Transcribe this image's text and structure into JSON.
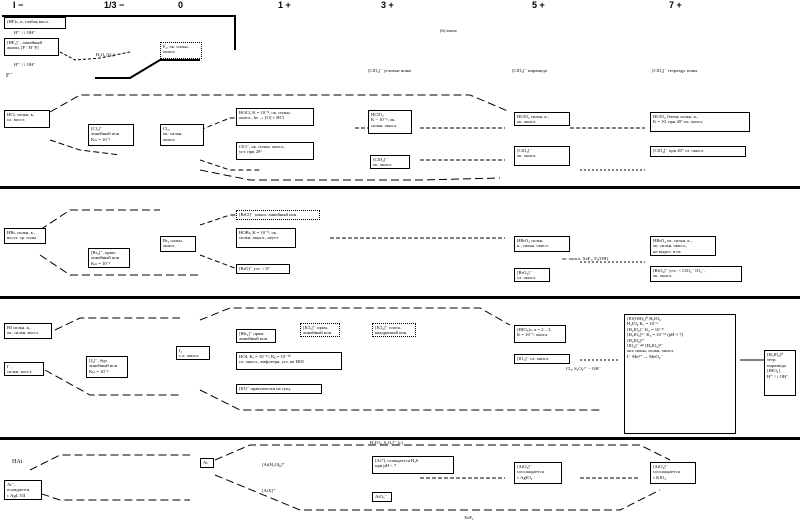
{
  "header": {
    "ox": [
      "I −",
      "1/3 −",
      "0",
      "1 +",
      "3 +",
      "5 +",
      "7 +"
    ]
  },
  "notes": {
    "top_right": "(b) юшы",
    "fluorine_arrow": "H₂O, (O₂)"
  },
  "fluorine": {
    "hf": "(HF)ₙ, к, слабая кисл.",
    "hf2": "[HF₂]⁻, линейный\nанион, [F⁻ H⁻F]",
    "f2": "F₂, ок. сильн.\nокисл.",
    "eq1": "H⁺ ↑↓ OH⁻",
    "eq2": "H⁺ ↑↓ OH⁻",
    "f_ion": "F⁻"
  },
  "chlorine": {
    "hcl": "HCl, сильн. к,\nсл. восст.",
    "cl3": "[Cl₃]⁻\nлинейный ион\nKₘ = 10⁻¹",
    "cl2": "Cl₂,\nок. сильн.\nокисл.",
    "hocl": "HOCl, K = 10⁻⁸, ок. сильн.\nокисл., hν → [O] + HCl",
    "clo": "ClO⁻, ок. сильн. окисл.,\nуст. при 20°",
    "hclo2": "HClO₂\nK ~ 10⁻², ок.\nсильн. окисл.",
    "clo2": "[ClO₂]⁻\nок. окисл.",
    "hclo3": "HClO₃ сильн. к.,\nок. окисл.",
    "clo3": "[ClO₃]⁻\nок. окисл.",
    "hclo4": "HClO₄ Очень сильн. к.,\nK = 10, при 20° ок. окисл.",
    "clo4": "[ClO₄]⁻ при 20° сл. окисл.",
    "geom3": "[ClO₃]⁻ пирамида",
    "geom4": "[ClO₄]⁻ тетраэдр. ионы",
    "geom1": "[ClO₂]⁻ угловые ионы"
  },
  "bromine": {
    "hbr": "HBr, сильн. к.,\nвосст. ср. силы",
    "br3": "[Br₃]⁻, прям.\nлинейный ион\nKₘ = 10⁻¹",
    "br2": "Br₂ сильн.\nокисл.",
    "brcl": "[BrCl]⁻ алкил. линейный ион",
    "hobr": "HOBr, K = 10⁻⁹, ок.\nсильн. окисл., неуст.",
    "bro": "[BrO]⁻ уст. < 0°",
    "hbro3": "HBrO₃ сильн.\nк., сильн. окисл.",
    "bro3": "[BrO₃]⁻\nсл. окисл.",
    "hbro4": "HBrO₄ оч. сильн. к.,\nок. сильн. окисл.,\nне выдел. в св.",
    "bro4": "[BrO₄]⁻ уст., < ClO₄⁻ IO₄⁻,\nок. окисл.",
    "arrow": "ок. окисл. XeF₂, F₂(OH)"
  },
  "iodine": {
    "hi": "HI сильн. к.,\nок. сильн. восст.",
    "i_ion": "I⁻,\nсильн. восст.",
    "i3": "[I₃]⁻, бур.\nлинейный ион\nKₘ = 10⁻³",
    "i2": "I₂\nс.л. окисл.",
    "ibr2": "[IBr₂]⁻ прям.\nлинейный ион",
    "icl2": "[ICl₂]⁻ прям.\nлинейный ион",
    "icl4": "[ICl₄]⁻ плоск.\nквадратный ион",
    "hoi": "HOI, Kₐ = 10⁻¹¹, Kᵦ = 10⁻¹⁰\nсл. окисл., амфотерн. уст. не HOI",
    "io": "[IO]⁻ практически не сущ.",
    "hio3": "(HIO₃)ₙ, к = 2 – 3,\nK = 10⁻¹, окисл.",
    "io3": "[IO₃]⁻ сл. окисл.",
    "io4_block": "[IO(OH)₅]⁰ H₅IO₆\nH₅IO₆  K₁ = 10⁻³\n[H₄IO₆]⁻  K₂ = 10⁻⁸\n[H₃IO₆]²⁻  K₃ = 10⁻¹⁵ (pH ≈ 7)\n[H₂IO₆]³⁻\n[IO₄]⁻ ⇌ [H₃IO₆]²⁻\nокт. ионы, сильн. окисл.\nI⁻ Mn²⁺ → MnO₄⁻",
    "io4_side": "[H₅IO₆]⁰\nтетр.\nпирамида\n[HIO₄]\nH⁺ ↑↓ OH⁻",
    "eq": "Cl₂, S₂O₈²⁻ − OH⁻"
  },
  "astatine": {
    "hat": "HAt",
    "at_ion": "At⁻,\nосаждается\nс AgI, TlI",
    "at": "At",
    "ath": "[At(H₂O)₆]⁺",
    "atx": "[AtX]⁺",
    "at3": "[At⁺], осаждается H₂S\nпри pH < 7",
    "ato3": "[AtO₃]⁻\nсоосаждается\nс AgIO₃",
    "ato4": "[AtO₄]⁻\nсоосаждается\nс KIO₄",
    "atoi": "AtO₃⁻",
    "top": "H₂IO₃, S₂O₈²⁻ (c)",
    "bottom": "XeF₂"
  }
}
